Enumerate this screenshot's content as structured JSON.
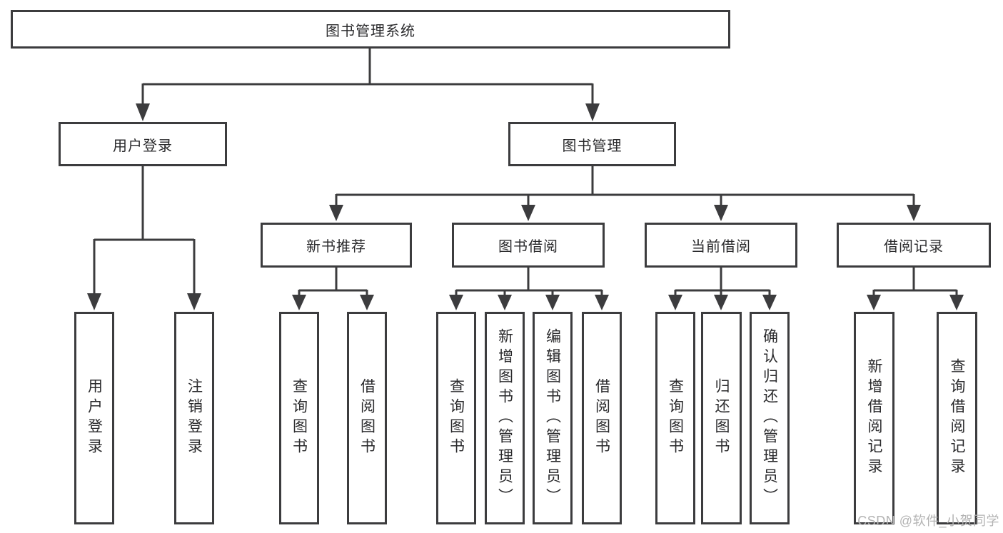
{
  "diagram": {
    "title_node": "图书管理系统",
    "level2": [
      {
        "label": "用户登录"
      },
      {
        "label": "图书管理"
      }
    ],
    "level3": [
      {
        "label": "新书推荐"
      },
      {
        "label": "图书借阅"
      },
      {
        "label": "当前借阅"
      },
      {
        "label": "借阅记录"
      }
    ],
    "leaves": {
      "user_login": [
        "用户登录",
        "注销登录"
      ],
      "new_books": [
        "查询图书",
        "借阅图书"
      ],
      "book_borrow": [
        "查询图书",
        "新增图书（管理员）",
        "编辑图书（管理员）",
        "借阅图书"
      ],
      "current_borrow": [
        "查询图书",
        "归还图书",
        "确认归还（管理员）"
      ],
      "borrow_records": [
        "新增借阅记录",
        "查询借阅记录"
      ]
    },
    "colors": {
      "line": "#3c3c3e",
      "text": "#2a2a2c",
      "background": "#ffffff",
      "watermark": "#b3b3b3"
    },
    "watermark": "CSDN @软件_小贺同学"
  }
}
